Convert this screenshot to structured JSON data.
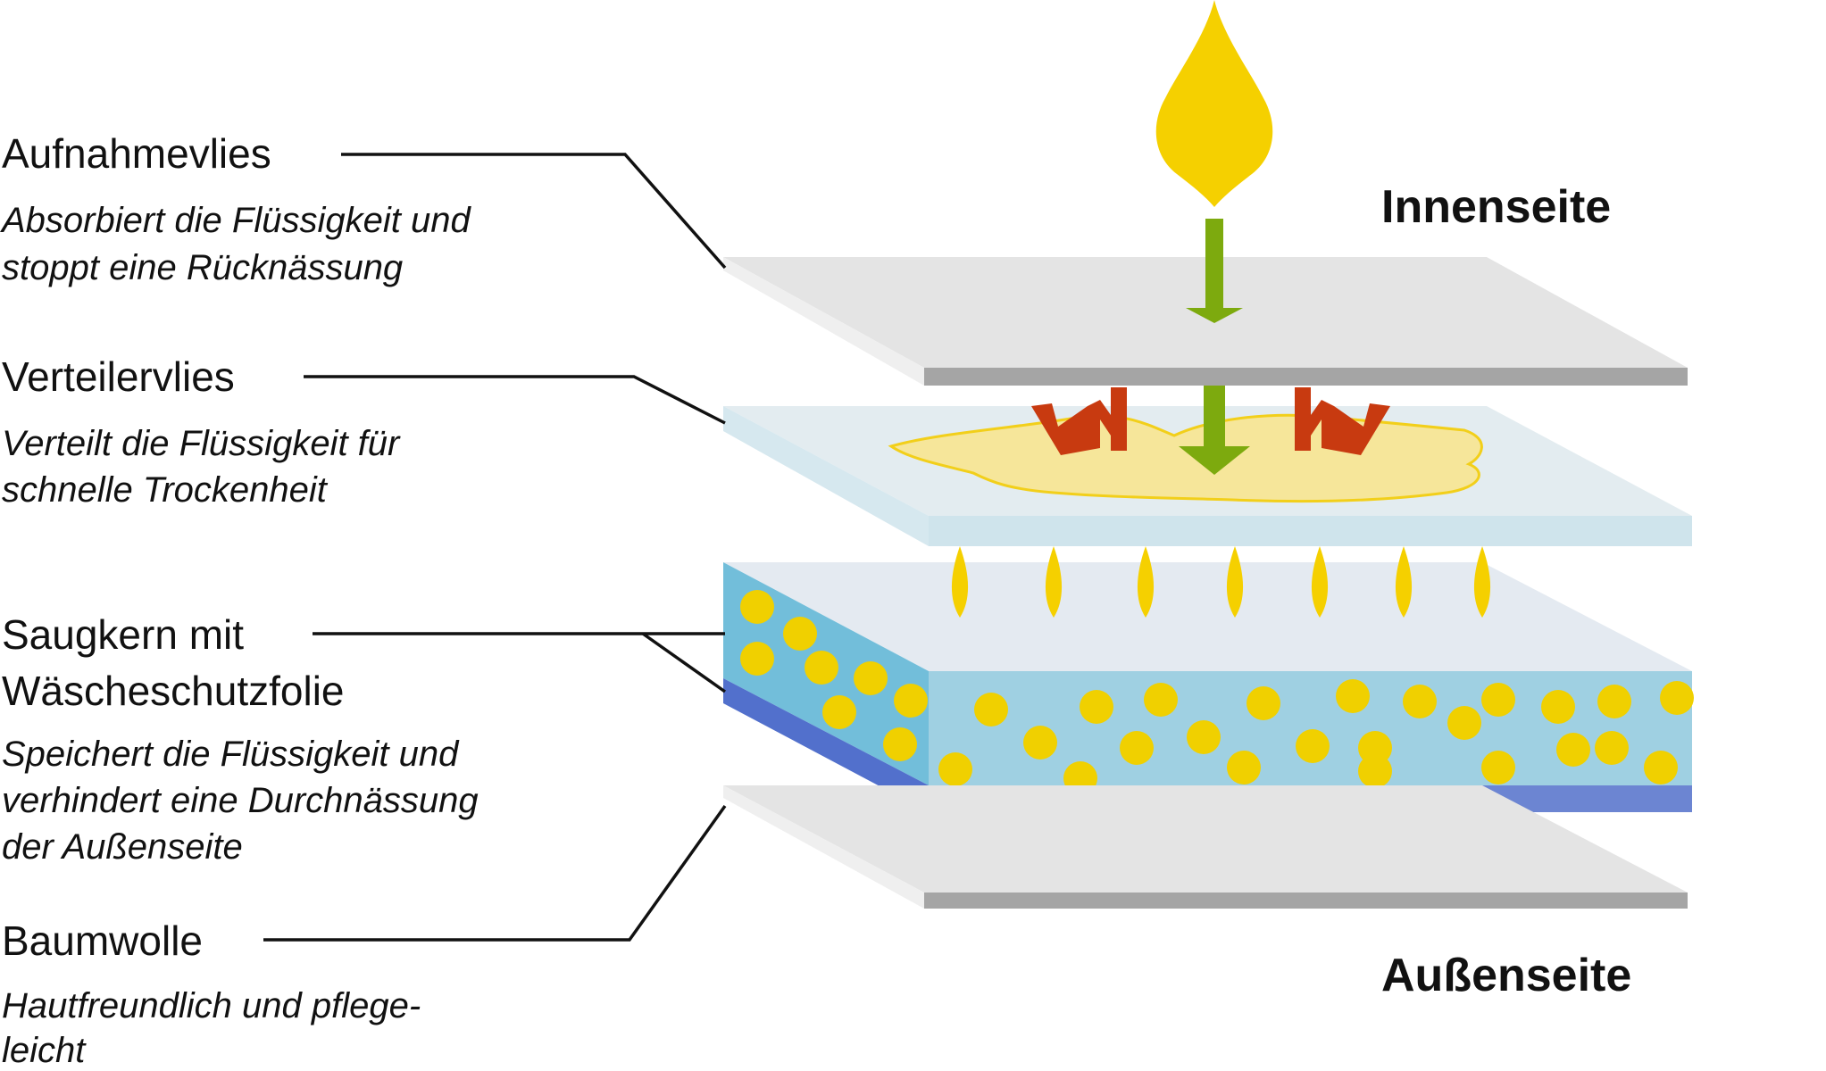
{
  "diagram": {
    "side_labels": {
      "inside": "Innenseite",
      "outside": "Außenseite"
    },
    "layers": [
      {
        "title": "Aufnahmevlies",
        "description": [
          "Absorbiert die Flüssigkeit und",
          "stoppt eine Rücknässung"
        ]
      },
      {
        "title": "Verteilervlies",
        "description": [
          "Verteilt die Flüssigkeit für",
          "schnelle Trockenheit"
        ]
      },
      {
        "title": [
          "Saugkern mit",
          "Wäscheschutzfolie"
        ],
        "description": [
          "Speichert die Flüssigkeit und",
          "verhindert eine Durchnässung",
          "der Außenseite"
        ]
      },
      {
        "title": "Baumwolle",
        "description": [
          "Hautfreundlich und pflege-",
          "leicht"
        ]
      }
    ],
    "colors": {
      "liquid": "#F5D000",
      "liquid_pool": "#F6E69A",
      "flow_arrow": "#7DAA0E",
      "spread_arrow": "#C83A10",
      "nonwoven_top": "#E4E4E4",
      "nonwoven_edge": "#A5A5A5",
      "distribution_top": "#E3ECF0",
      "distribution_edge": "#CFE4EC",
      "core_top": "#E4EAF1",
      "core_front": "#9FD0E2",
      "core_side": "#72BEDA",
      "foil_front": "#6C85D2",
      "foil_side": "#5270CC",
      "granule": "#F0D000",
      "leader_line": "#111111"
    }
  }
}
